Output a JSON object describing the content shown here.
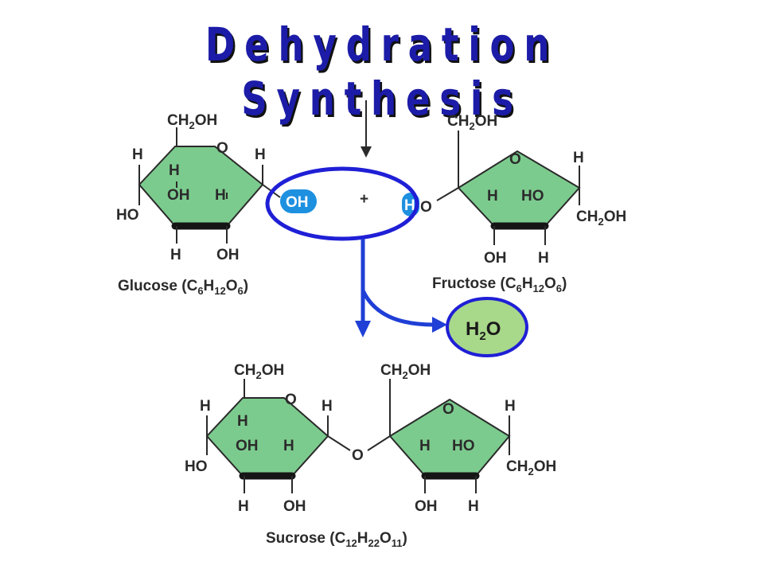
{
  "title": "Dehydration Synthesis",
  "plus_sign": "+",
  "water_label": {
    "base": "H",
    "sub": "2",
    "tail": "O"
  },
  "glucose": {
    "group_top": {
      "base": "CH",
      "sub": "2",
      "tail": "OH"
    },
    "ring_oxygen": "O",
    "h_left": "H",
    "h_inner": "H",
    "h_right": "H",
    "oh_inner": "OH",
    "h_inner2": "H",
    "ho_left": "HO",
    "h_bottom": "H",
    "oh_bottom": "OH",
    "highlight_oh": "OH",
    "name": {
      "text": "Glucose (C",
      "s1": "6",
      "m1": "H",
      "s2": "12",
      "m2": "O",
      "s3": "6",
      "end": ")"
    }
  },
  "fructose": {
    "group_top": {
      "base": "CH",
      "sub": "2",
      "tail": "OH"
    },
    "ring_oxygen": "O",
    "h_right": "H",
    "h_inner": "H",
    "ho_inner": "HO",
    "group_right": {
      "base": "CH",
      "sub": "2",
      "tail": "OH"
    },
    "oh_bottom": "OH",
    "h_bottom": "H",
    "highlight_h": "H",
    "link_oxygen": "O",
    "name": {
      "text": "Fructose  (C",
      "s1": "6",
      "m1": "H",
      "s2": "12",
      "m2": "O",
      "s3": "6",
      "end": ")"
    }
  },
  "sucrose": {
    "g_group_top": {
      "base": "CH",
      "sub": "2",
      "tail": "OH"
    },
    "g_ring_oxygen": "O",
    "g_h_left": "H",
    "g_h_inner": "H",
    "g_h_right": "H",
    "g_oh_inner": "OH",
    "g_h_inner2": "H",
    "g_ho_left": "HO",
    "g_h_bottom": "H",
    "g_oh_bottom": "OH",
    "bridge_oxygen": "O",
    "f_group_top": {
      "base": "CH",
      "sub": "2",
      "tail": "OH"
    },
    "f_ring_oxygen": "O",
    "f_h_right": "H",
    "f_h_inner": "H",
    "f_ho_inner": "HO",
    "f_group_right": {
      "base": "CH",
      "sub": "2",
      "tail": "OH"
    },
    "f_oh_bottom": "OH",
    "f_h_bottom": "H",
    "name": {
      "text": "Sucrose (C",
      "s1": "12",
      "m1": "H",
      "s2": "22",
      "m2": "O",
      "s3": "11",
      "end": ")"
    }
  },
  "colors": {
    "title": "#1c1ca8",
    "ring_fill": "#7ccb8e",
    "highlight_blue": "#1e90e0",
    "circle_outline": "#1f1fd6",
    "water_fill": "#a8d88a",
    "arrow_blue": "#1f3fd6"
  }
}
